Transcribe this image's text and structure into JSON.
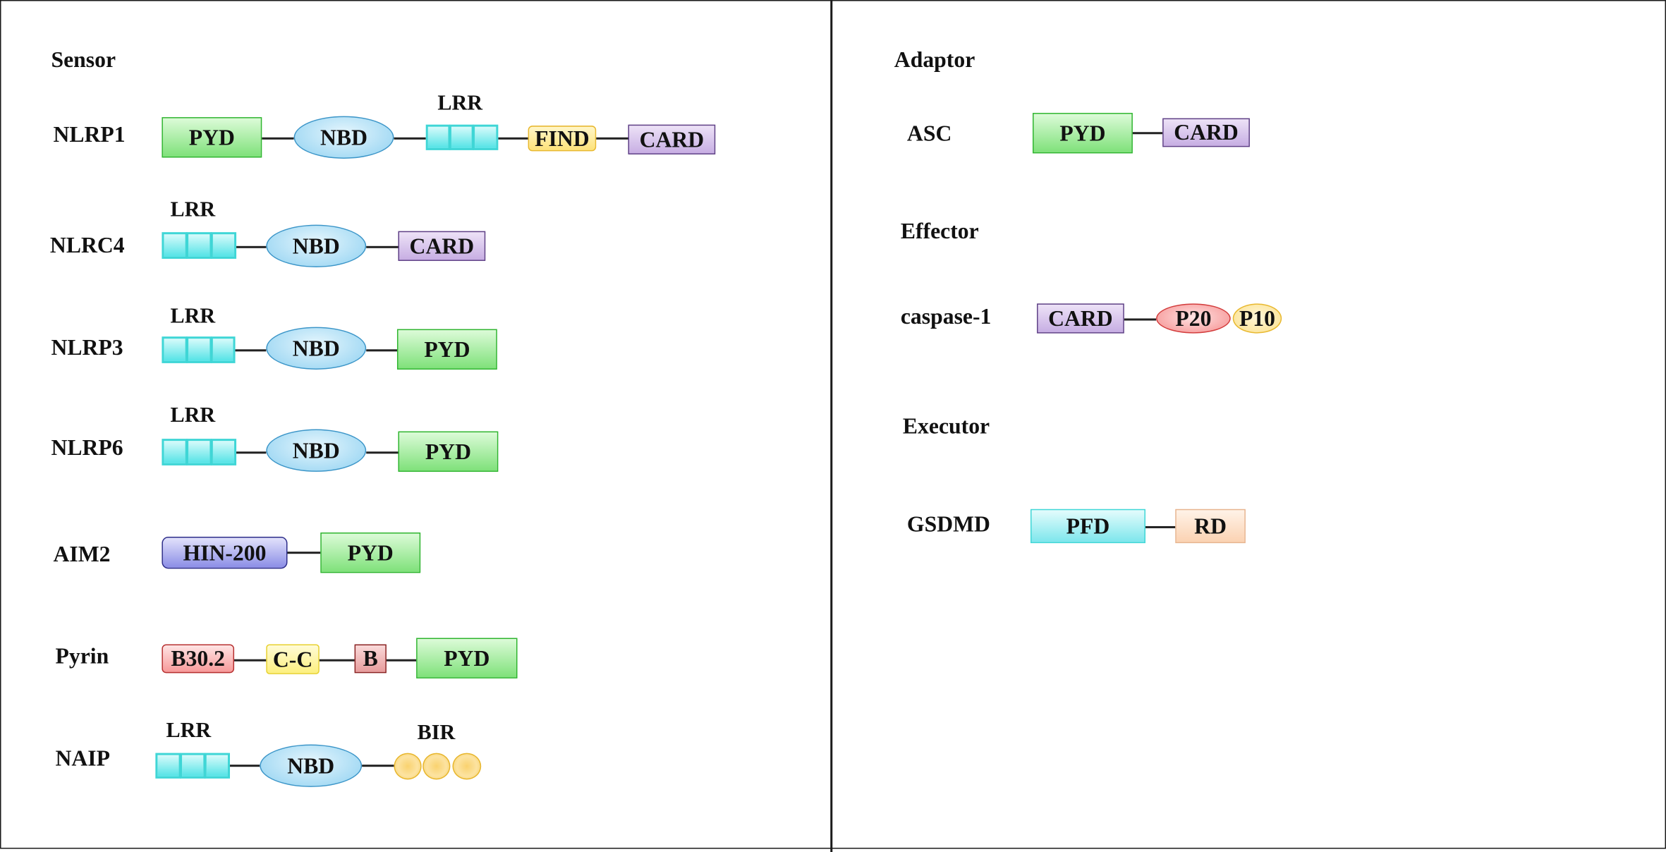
{
  "sections": {
    "sensor": "Sensor",
    "adaptor": "Adaptor",
    "effector": "Effector",
    "executor": "Executor"
  },
  "proteins": {
    "nlrp1": "NLRP1",
    "nlrc4": "NLRC4",
    "nlrp3": "NLRP3",
    "nlrp6": "NLRP6",
    "aim2": "AIM2",
    "pyrin": "Pyrin",
    "naip": "NAIP",
    "asc": "ASC",
    "caspase1": "caspase-1",
    "gsdmd": "GSDMD"
  },
  "domains": {
    "pyd": "PYD",
    "nbd": "NBD",
    "lrr": "LRR",
    "find": "FIND",
    "card": "CARD",
    "hin200": "HIN-200",
    "b302": "B30.2",
    "cc": "C-C",
    "b": "B",
    "bir": "BIR",
    "p20": "P20",
    "p10": "P10",
    "pfd": "PFD",
    "rd": "RD"
  },
  "colors": {
    "pyd": "#7fe17a",
    "nbd": "#8fd1f1",
    "lrr": "#54e3e6",
    "card": "#c7aee3",
    "find": "#fde27a",
    "hin200": "#8b8de6",
    "b302": "#f79a9a",
    "cc": "#fdf07f",
    "b": "#e79c9c",
    "bir": "#f9d26f",
    "p20": "#f58d8d",
    "p10": "#fbe08b",
    "pfd": "#7de6ec",
    "rd": "#fbd2b2"
  }
}
